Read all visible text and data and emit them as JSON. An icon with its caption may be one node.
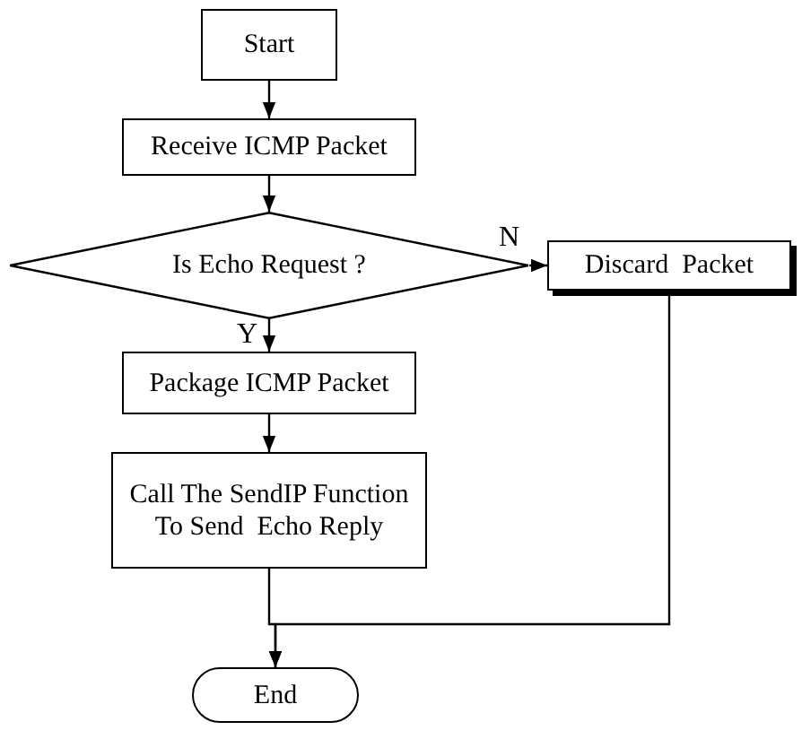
{
  "diagram": {
    "nodes": [
      {
        "text": [
          "Start"
        ]
      },
      {
        "text": [
          "Receive ICMP Packet"
        ]
      },
      {
        "text": [
          "Is Echo Request ?"
        ]
      },
      {
        "text": [
          "Discard  Packet"
        ]
      },
      {
        "text": [
          "Package ICMP Packet"
        ]
      },
      {
        "text": [
          "Call The SendIP Function To Send  Echo Reply"
        ]
      },
      {
        "text": [
          "End"
        ]
      }
    ],
    "edges": [
      {
        "from": 0,
        "to": 1,
        "arrow": "to"
      },
      {
        "from": 1,
        "to": 2,
        "arrow": "to"
      },
      {
        "from": 2,
        "to": 3,
        "label": "N",
        "arrow": "to"
      },
      {
        "from": 2,
        "to": 4,
        "label": "Y",
        "arrow": "to"
      },
      {
        "from": 4,
        "to": 5,
        "arrow": "to"
      },
      {
        "from": 5,
        "to": 6,
        "arrow": "to"
      },
      {
        "from": 3,
        "to": 6,
        "arrow": "to"
      }
    ]
  }
}
